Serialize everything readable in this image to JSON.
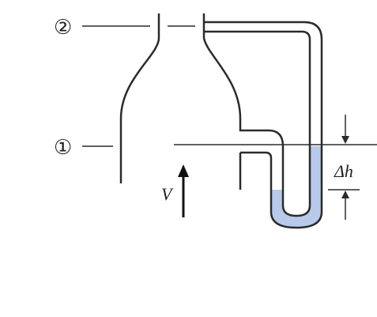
{
  "labels": {
    "section2": "②",
    "section1": "①",
    "velocity": "V",
    "head_diff": "Δh"
  },
  "colors": {
    "stroke": "#2b2b2b",
    "fluid": "#b8c9ea"
  }
}
